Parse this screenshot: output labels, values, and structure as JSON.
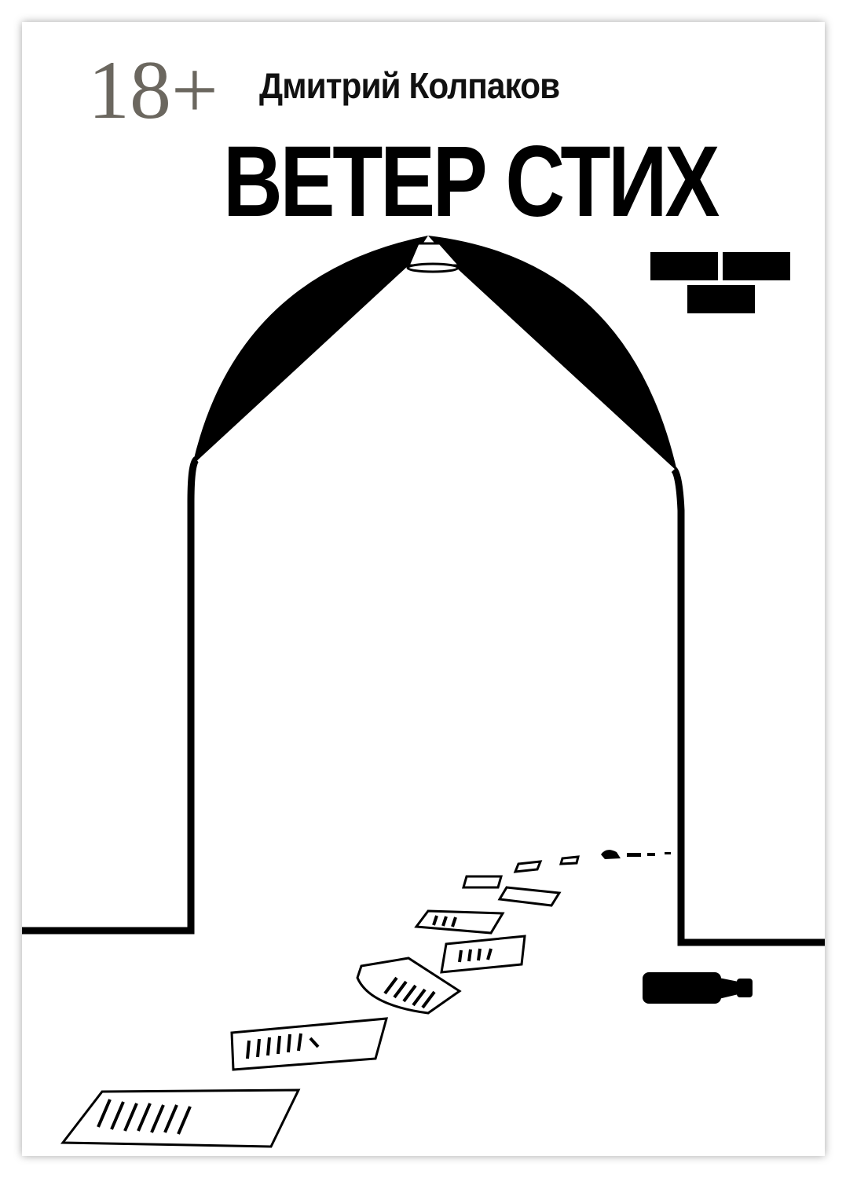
{
  "cover": {
    "age_rating": "18+",
    "author": "Дмитрий Колпаков",
    "title": "ВЕТЕР СТИХ"
  }
}
